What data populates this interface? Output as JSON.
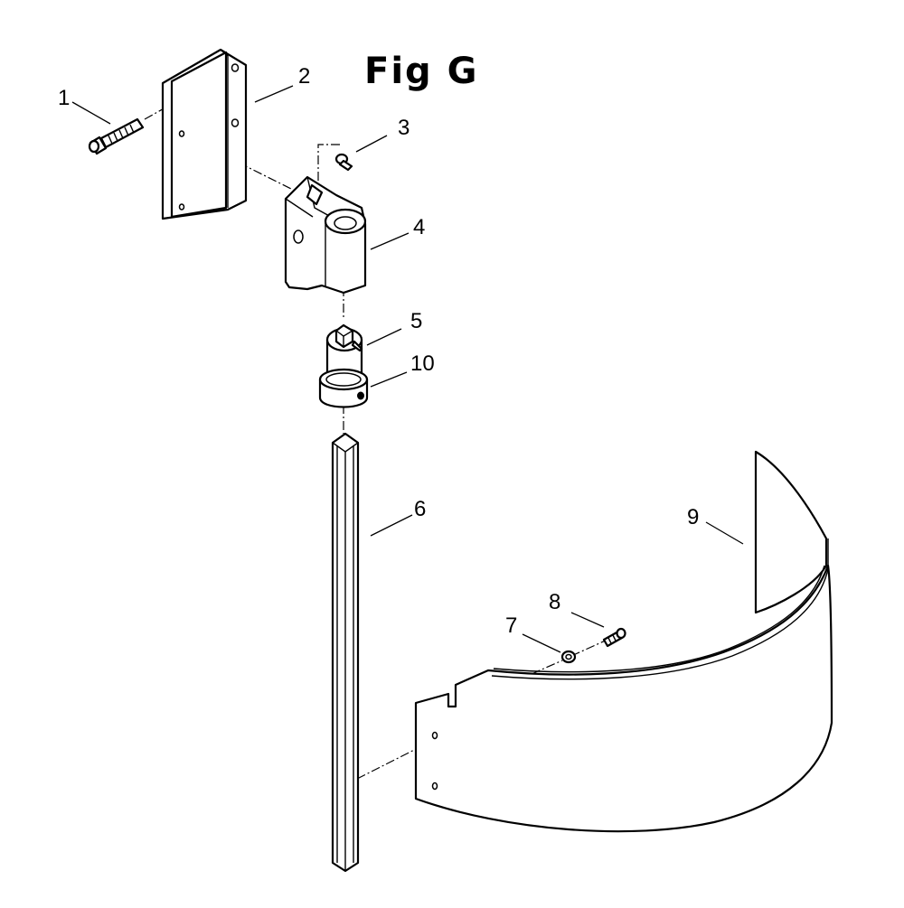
{
  "figure": {
    "title": "Fig G"
  },
  "callouts": [
    {
      "id": "1",
      "label": "1"
    },
    {
      "id": "2",
      "label": "2"
    },
    {
      "id": "3",
      "label": "3"
    },
    {
      "id": "4",
      "label": "4"
    },
    {
      "id": "5",
      "label": "5"
    },
    {
      "id": "10",
      "label": "10"
    },
    {
      "id": "6",
      "label": "6"
    },
    {
      "id": "9",
      "label": "9"
    },
    {
      "id": "8",
      "label": "8"
    },
    {
      "id": "7",
      "label": "7"
    }
  ],
  "colors": {
    "line": "#000000",
    "background": "#ffffff"
  }
}
